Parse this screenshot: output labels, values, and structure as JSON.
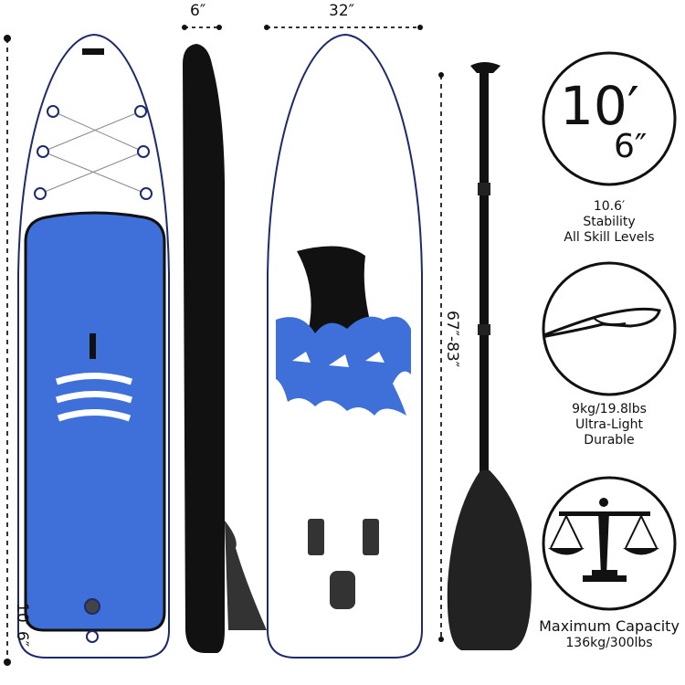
{
  "dimensions": {
    "board_length": "10′ 6″",
    "thickness": "6″",
    "width": "32″",
    "paddle_length": "67″-83″"
  },
  "features": [
    {
      "icon": "length-badge-icon",
      "badge_main": "10′",
      "badge_sub": "6″",
      "title": "10.6′",
      "lines": [
        "Stability",
        "All Skill Levels"
      ]
    },
    {
      "icon": "feather-icon",
      "title": "9kg/19.8lbs",
      "lines": [
        "Ultra-Light",
        "Durable"
      ]
    },
    {
      "icon": "scale-icon",
      "title": "Maximum Capacity",
      "lines": [
        "136kg/300lbs"
      ]
    }
  ],
  "colors": {
    "deck_blue": "#3f6fd8",
    "outline_navy": "#1d2a6b",
    "black": "#111111"
  }
}
